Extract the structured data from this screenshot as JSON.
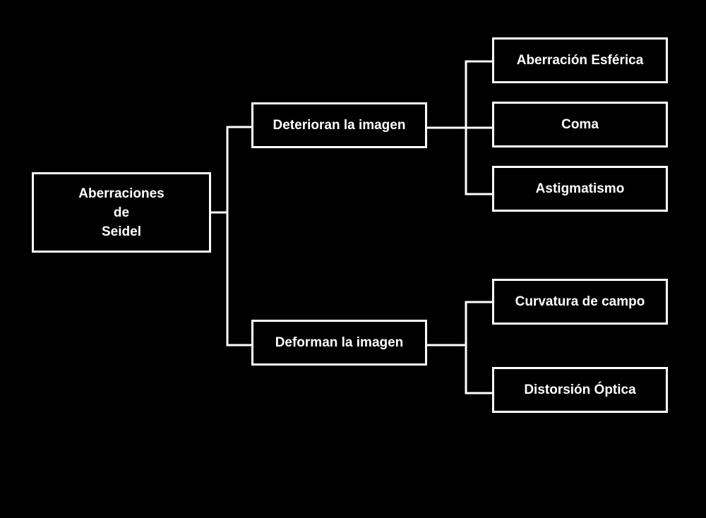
{
  "colors": {
    "background": "#000000",
    "stroke": "#ffffff",
    "text": "#ffffff"
  },
  "root": {
    "lines": [
      "Aberraciones",
      "de",
      "Seidel"
    ]
  },
  "branches": [
    {
      "label": "Deterioran la imagen",
      "children": [
        "Aberración Esférica",
        "Coma",
        "Astigmatismo"
      ]
    },
    {
      "label": "Deforman la imagen",
      "children": [
        "Curvatura de campo",
        "Distorsión Óptica"
      ]
    }
  ]
}
